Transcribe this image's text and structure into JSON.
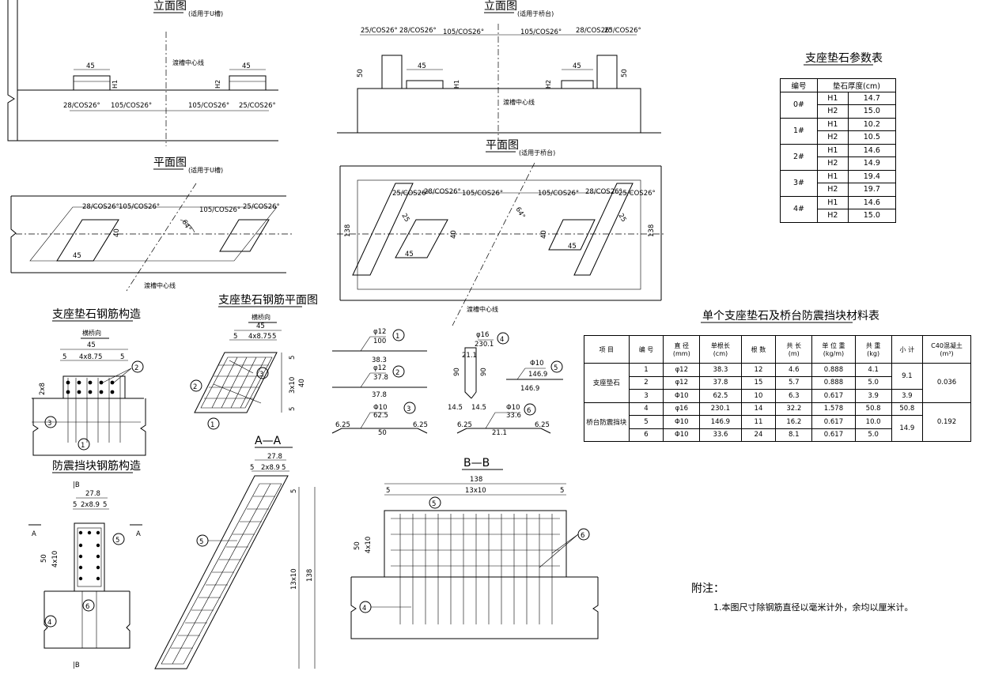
{
  "titles": {
    "elev_left": "立面图",
    "elev_left_note": "(适用于U槽)",
    "elev_right": "立面图",
    "elev_right_note": "(适用于桥台)",
    "plan_left": "平面图",
    "plan_left_note": "(适用于U槽)",
    "plan_right": "平面图",
    "plan_right_note": "(适用于桥台)",
    "pad_rebar": "支座垫石钢筋构造",
    "pad_rebar_plan": "支座垫石钢筋平面图",
    "block_rebar": "防震挡块钢筋构造",
    "section_aa": "A—A",
    "section_bb": "B—B",
    "param_table": "支座垫石参数表",
    "material_table": "单个支座垫石及桥台防震挡块材料表"
  },
  "labels": {
    "centerline": "渡槽中心线",
    "transverse": "横桥向",
    "angle": "64°",
    "h1": "H1",
    "h2": "H2",
    "sec_a": "A",
    "sec_b": "B",
    "sec_bar": "|B"
  },
  "dims": {
    "d28": "28/COS26°",
    "d105": "105/COS26°",
    "d25": "25/COS26°",
    "d45": "45",
    "d40": "40",
    "d50": "50",
    "d25s": "25",
    "d138": "138",
    "d4x875": "4x8.75",
    "d2x8": "2x8",
    "d3x10": "3x10",
    "d5": "5",
    "d278": "27.8",
    "d2x89": "2x8.9",
    "d4x10": "4x10",
    "d13x10": "13x10"
  },
  "bars": {
    "b1": {
      "num": "1",
      "dia": "φ12",
      "len": "100",
      "seg": "38.3"
    },
    "b2": {
      "num": "2",
      "dia": "φ12",
      "len": "37.8",
      "seg": "37.8"
    },
    "b3": {
      "num": "3",
      "dia": "Φ10",
      "len": "62.5",
      "hook": "6.25",
      "seg": "50"
    },
    "b4": {
      "num": "4",
      "dia": "φ16",
      "len": "230.1",
      "top": "21.1",
      "side": "90",
      "foot": "14.5"
    },
    "b5": {
      "num": "5",
      "dia": "Φ10",
      "len": "146.9",
      "seg": "146.9"
    },
    "b6": {
      "num": "6",
      "dia": "Φ10",
      "len": "33.6",
      "hook": "6.25",
      "seg": "21.1"
    }
  },
  "param_table": {
    "headers": [
      "编号",
      "垫石厚度(cm)"
    ],
    "rows": [
      {
        "id": "0#",
        "h1": "14.7",
        "h2": "15.0"
      },
      {
        "id": "1#",
        "h1": "10.2",
        "h2": "10.5"
      },
      {
        "id": "2#",
        "h1": "14.6",
        "h2": "14.9"
      },
      {
        "id": "3#",
        "h1": "19.4",
        "h2": "19.7"
      },
      {
        "id": "4#",
        "h1": "14.6",
        "h2": "15.0"
      }
    ]
  },
  "material_table": {
    "headers": [
      "项 目",
      "编 号",
      "直 径\n(mm)",
      "单根长\n(cm)",
      "根 数",
      "共 长\n(m)",
      "单 位 重\n(kg/m)",
      "共 重\n(kg)",
      "小 计",
      "C40混凝土\n(m³)"
    ],
    "group1": "支座垫石",
    "group2": "桥台防震挡块",
    "rows": [
      [
        "1",
        "φ12",
        "38.3",
        "12",
        "4.6",
        "0.888",
        "4.1"
      ],
      [
        "2",
        "φ12",
        "37.8",
        "15",
        "5.7",
        "0.888",
        "5.0"
      ],
      [
        "3",
        "Φ10",
        "62.5",
        "10",
        "6.3",
        "0.617",
        "3.9"
      ],
      [
        "4",
        "φ16",
        "230.1",
        "14",
        "32.2",
        "1.578",
        "50.8"
      ],
      [
        "5",
        "Φ10",
        "146.9",
        "11",
        "16.2",
        "0.617",
        "10.0"
      ],
      [
        "6",
        "Φ10",
        "33.6",
        "24",
        "8.1",
        "0.617",
        "5.0"
      ]
    ],
    "subtotals": [
      "9.1",
      "3.9",
      "50.8",
      "14.9"
    ],
    "concrete": [
      "0.036",
      "0.192"
    ]
  },
  "notes": {
    "heading": "附注：",
    "item1": "1.本图尺寸除钢筋直径以毫米计外，余均以厘米计。"
  }
}
